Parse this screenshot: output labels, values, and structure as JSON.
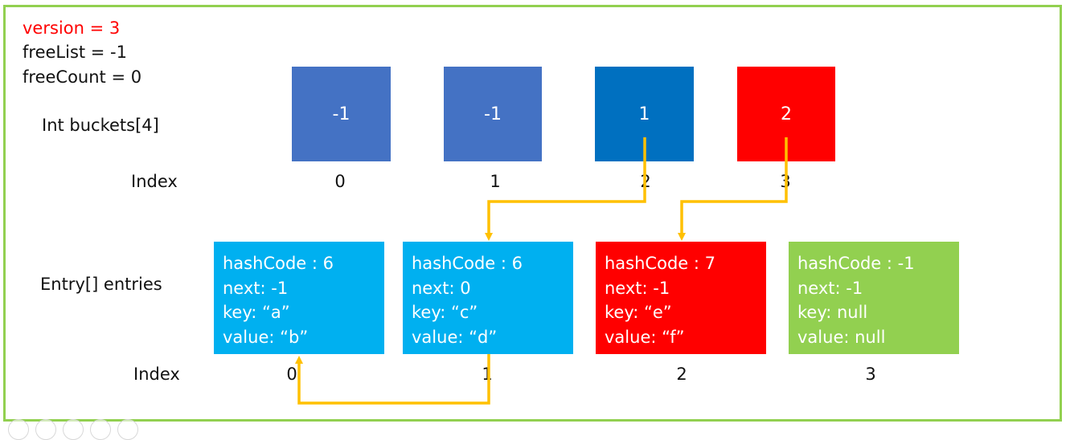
{
  "meta": {
    "version": "version = 3",
    "free_list": "freeList = -1",
    "free_count": "freeCount = 0"
  },
  "buckets": {
    "label": "Int buckets[4]",
    "index_label": "Index",
    "cells": [
      {
        "value": "-1",
        "index": "0",
        "color": "#4472c4"
      },
      {
        "value": "-1",
        "index": "1",
        "color": "#4472c4"
      },
      {
        "value": "1",
        "index": "2",
        "color": "#0070c0"
      },
      {
        "value": "2",
        "index": "3",
        "color": "#ff0000"
      }
    ]
  },
  "entries": {
    "label": "Entry[] entries",
    "index_label": "Index",
    "cells": [
      {
        "hash": "hashCode : 6",
        "next": "next: -1",
        "key": "key: “a”",
        "value": "value: “b”",
        "index": "0",
        "color": "#00b0f0"
      },
      {
        "hash": "hashCode : 6",
        "next": "next: 0",
        "key": "key: “c”",
        "value": "value: “d”",
        "index": "1",
        "color": "#00b0f0"
      },
      {
        "hash": "hashCode : 7",
        "next": "next: -1",
        "key": "key: “e”",
        "value": "value: “f”",
        "index": "2",
        "color": "#ff0000"
      },
      {
        "hash": "hashCode : -1",
        "next": "next: -1",
        "key": "key: null",
        "value": "value: null",
        "index": "3",
        "color": "#92d050"
      }
    ]
  },
  "colors": {
    "frame": "#92d050",
    "arrow": "#ffc000",
    "version_text": "#ff0000"
  }
}
